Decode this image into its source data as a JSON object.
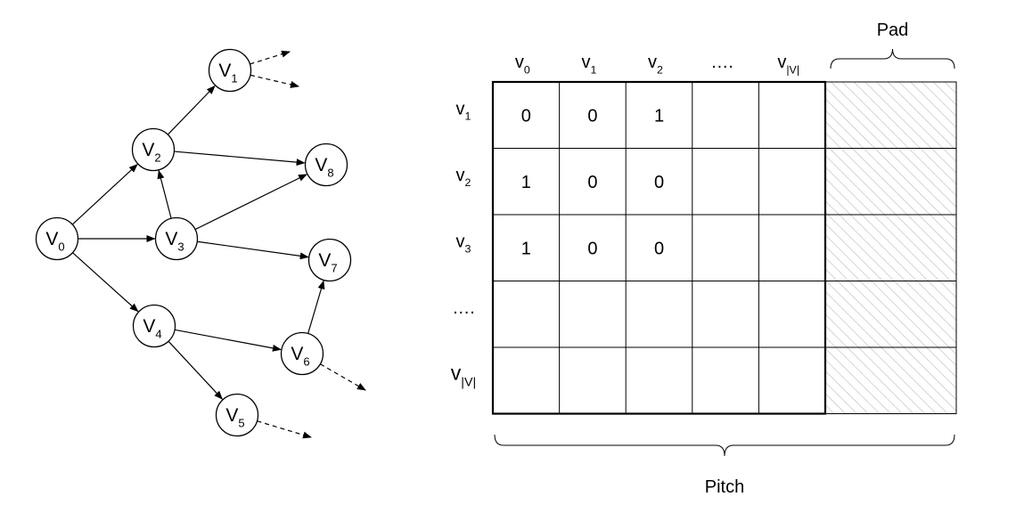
{
  "graph": {
    "nodes": [
      {
        "id": "v0",
        "base": "V",
        "sub": "0"
      },
      {
        "id": "v1",
        "base": "V",
        "sub": "1"
      },
      {
        "id": "v2",
        "base": "V",
        "sub": "2"
      },
      {
        "id": "v3",
        "base": "V",
        "sub": "3"
      },
      {
        "id": "v4",
        "base": "V",
        "sub": "4"
      },
      {
        "id": "v5",
        "base": "V",
        "sub": "5"
      },
      {
        "id": "v6",
        "base": "V",
        "sub": "6"
      },
      {
        "id": "v7",
        "base": "V",
        "sub": "7"
      },
      {
        "id": "v8",
        "base": "V",
        "sub": "8"
      }
    ],
    "edges": [
      {
        "from": "v0",
        "to": "v2"
      },
      {
        "from": "v0",
        "to": "v3"
      },
      {
        "from": "v0",
        "to": "v4"
      },
      {
        "from": "v2",
        "to": "v1"
      },
      {
        "from": "v2",
        "to": "v8"
      },
      {
        "from": "v3",
        "to": "v2"
      },
      {
        "from": "v3",
        "to": "v8"
      },
      {
        "from": "v3",
        "to": "v7"
      },
      {
        "from": "v4",
        "to": "v6"
      },
      {
        "from": "v4",
        "to": "v5"
      },
      {
        "from": "v6",
        "to": "v7"
      }
    ],
    "dangling_edges_from": [
      "v1",
      "v1",
      "v6",
      "v5"
    ]
  },
  "matrix": {
    "col_headers": [
      {
        "base": "v",
        "sub": "0"
      },
      {
        "base": "v",
        "sub": "1"
      },
      {
        "base": "v",
        "sub": "2"
      },
      {
        "base": "….",
        "sub": ""
      },
      {
        "base": "v",
        "sub": "|V|"
      }
    ],
    "row_headers": [
      {
        "base": "v",
        "sub": "1"
      },
      {
        "base": "v",
        "sub": "2"
      },
      {
        "base": "v",
        "sub": "3"
      },
      {
        "base": "….",
        "sub": ""
      },
      {
        "base": "v",
        "sub": "|V|"
      }
    ],
    "cells": [
      [
        "0",
        "0",
        "1",
        "",
        ""
      ],
      [
        "1",
        "0",
        "0",
        "",
        ""
      ],
      [
        "1",
        "0",
        "0",
        "",
        ""
      ],
      [
        "",
        "",
        "",
        "",
        ""
      ],
      [
        "",
        "",
        "",
        "",
        ""
      ]
    ],
    "pad_label": "Pad",
    "pitch_label": "Pitch"
  }
}
